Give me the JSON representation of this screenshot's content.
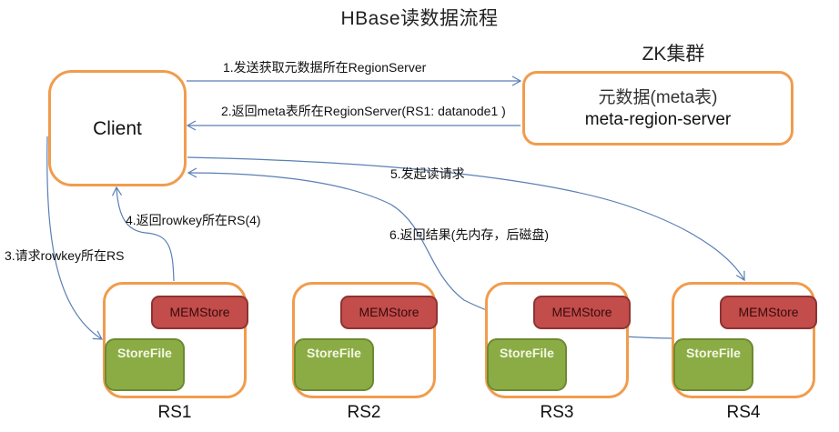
{
  "title": "HBase读数据流程",
  "client": {
    "label": "Client"
  },
  "zk_cluster": {
    "label": "ZK集群",
    "box_line1": "元数据(meta表)",
    "box_line2": "meta-region-server"
  },
  "region_servers": [
    {
      "name": "RS1",
      "memstore": "MEMStore",
      "storefile": "StoreFile"
    },
    {
      "name": "RS2",
      "memstore": "MEMStore",
      "storefile": "StoreFile"
    },
    {
      "name": "RS3",
      "memstore": "MEMStore",
      "storefile": "StoreFile"
    },
    {
      "name": "RS4",
      "memstore": "MEMStore",
      "storefile": "StoreFile"
    }
  ],
  "steps": [
    {
      "label": "1.发送获取元数据所在RegionServer",
      "from": "Client",
      "to": "ZK集群"
    },
    {
      "label": "2.返回meta表所在RegionServer(RS1: datanode1 )",
      "from": "ZK集群",
      "to": "Client"
    },
    {
      "label": "3.请求rowkey所在RS",
      "from": "Client",
      "to": "RS1"
    },
    {
      "label": "4.返回rowkey所在RS(4)",
      "from": "RS1",
      "to": "Client"
    },
    {
      "label": "5.发起读请求",
      "from": "Client",
      "to": "RS4"
    },
    {
      "label": "6.返回结果(先内存，后磁盘)",
      "from": "RS4",
      "to": "Client"
    }
  ],
  "colors": {
    "box_border": "#f19c4d",
    "memstore_fill": "#c24d4b",
    "storefile_fill": "#8bac45",
    "arrow": "#5b7fb4"
  }
}
